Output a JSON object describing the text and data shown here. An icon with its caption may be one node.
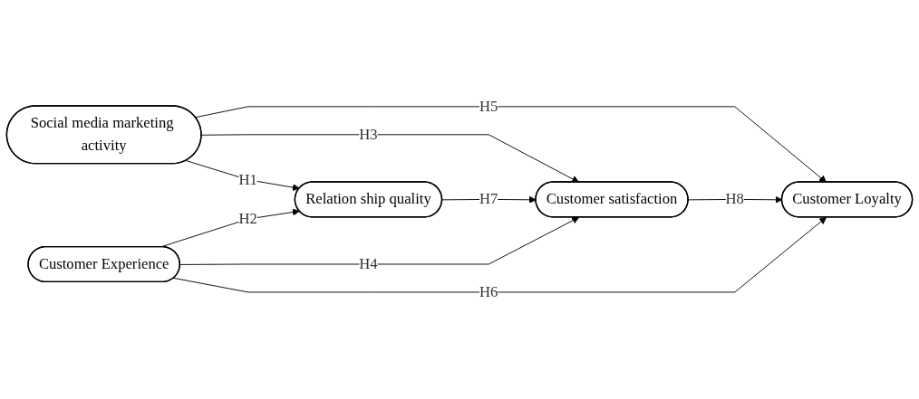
{
  "diagram": {
    "nodes": [
      {
        "text": [
          "Social media marketing activity"
        ]
      },
      {
        "text": [
          "Relation ship quality"
        ]
      },
      {
        "text": [
          "Customer satisfaction"
        ]
      },
      {
        "text": [
          "Customer Loyalty"
        ]
      },
      {
        "text": [
          "Customer Experience"
        ]
      }
    ],
    "edges": [
      {
        "from": 0,
        "to": 3,
        "arrow": "to",
        "label": "H5"
      },
      {
        "from": 0,
        "to": 2,
        "arrow": "to",
        "label": "H3"
      },
      {
        "from": 0,
        "to": 1,
        "arrow": "to",
        "label": "H1"
      },
      {
        "from": 1,
        "to": 2,
        "arrow": "to",
        "label": "H7"
      },
      {
        "from": 2,
        "to": 3,
        "arrow": "to",
        "label": "H8"
      },
      {
        "from": 4,
        "to": 1,
        "arrow": "to",
        "label": "H2"
      },
      {
        "from": 4,
        "to": 2,
        "arrow": "to",
        "label": "H4"
      },
      {
        "from": 4,
        "to": 3,
        "arrow": "to",
        "label": "H6"
      }
    ]
  }
}
